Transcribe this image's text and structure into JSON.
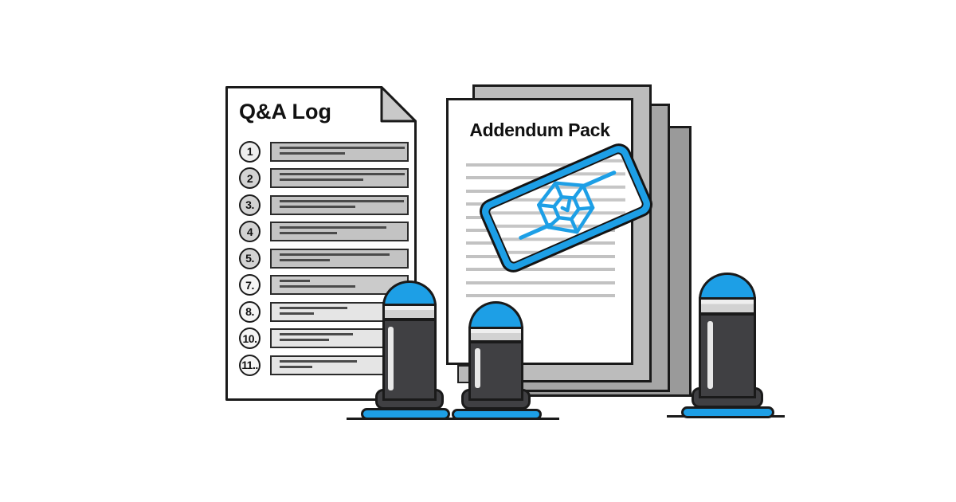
{
  "illustration": {
    "qa_log": {
      "title": "Q&A Log",
      "items": [
        {
          "number": "1",
          "bar_shade": "medium",
          "circle_shade": "light",
          "text_line_widths": [
            157,
            82
          ]
        },
        {
          "number": "2",
          "bar_shade": "medium",
          "circle_shade": "gray",
          "text_line_widths": [
            157,
            105
          ]
        },
        {
          "number": "3.",
          "bar_shade": "medium",
          "circle_shade": "gray",
          "text_line_widths": [
            156,
            95
          ]
        },
        {
          "number": "4",
          "bar_shade": "medium",
          "circle_shade": "gray",
          "text_line_widths": [
            134,
            72
          ]
        },
        {
          "number": "5.",
          "bar_shade": "medium",
          "circle_shade": "gray",
          "text_line_widths": [
            138,
            63
          ]
        },
        {
          "number": "7.",
          "bar_shade": "medium2",
          "circle_shade": "white",
          "text_line_widths": [
            38,
            95
          ]
        },
        {
          "number": "8.",
          "bar_shade": "light",
          "circle_shade": "white",
          "text_line_widths": [
            85,
            43
          ]
        },
        {
          "number": "10.",
          "bar_shade": "light",
          "circle_shade": "white",
          "text_line_widths": [
            92,
            62
          ]
        },
        {
          "number": "11..",
          "bar_shade": "light",
          "circle_shade": "white",
          "text_line_widths": [
            97,
            41
          ]
        }
      ]
    },
    "addendum_pack": {
      "title": "Addendum Pack",
      "text_line_count": 11,
      "back_page_count": 3
    },
    "card": {
      "icon": "wireframe-cube-icon",
      "dash_count": 2
    },
    "bollards": {
      "count": 3
    },
    "colors": {
      "accent_blue": "#1d9fe6",
      "dark_gray": "#404043",
      "outline": "#1a1a1a",
      "bar_medium": "#c3c3c3",
      "bar_light": "#e5e5e5",
      "page_line_gray": "#c2c2c2",
      "back_page_grays": [
        "#bcbcbc",
        "#a6a6a6",
        "#9a9a9a"
      ]
    }
  }
}
